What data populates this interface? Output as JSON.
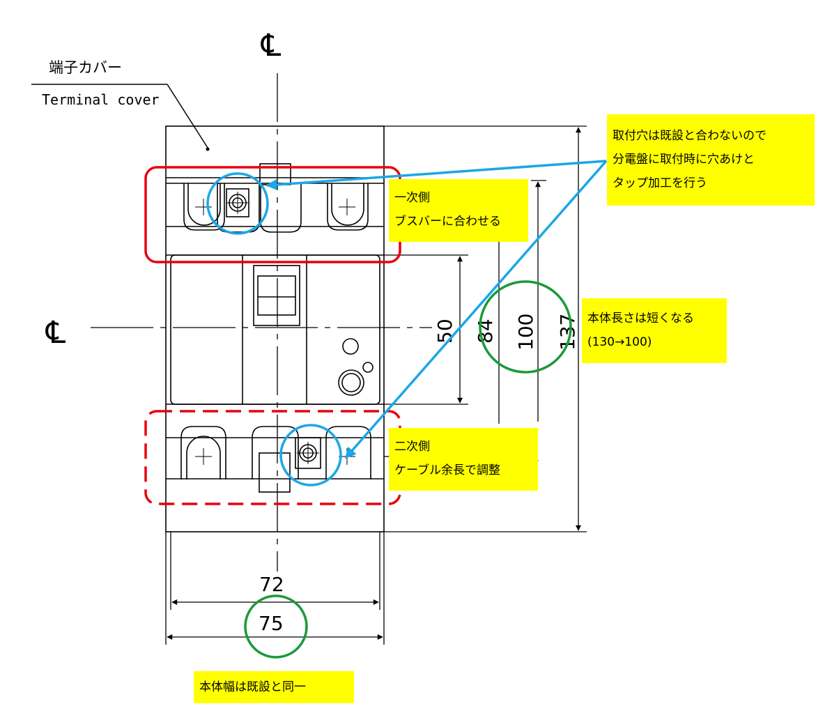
{
  "labels": {
    "terminal_cover_jp": "端子カバー",
    "terminal_cover_en": "Terminal cover",
    "centerline_symbol": "℄"
  },
  "dimensions": {
    "width_72": "72",
    "width_75": "75",
    "height_50": "50",
    "height_84": "84",
    "height_100": "100",
    "height_137": "137"
  },
  "notes": {
    "mounting_hole": [
      "取付穴は既設と合わないので",
      "分電盤に取付時に穴あけと",
      "タップ加工を行う"
    ],
    "primary_side": [
      "一次側",
      "ブスバーに合わせる"
    ],
    "secondary_side": [
      "二次側",
      "ケーブル余長で調整"
    ],
    "body_length": [
      "本体長さは短くなる",
      "(130→100)"
    ],
    "body_width": "本体幅は既設と同一"
  },
  "colors": {
    "primary_highlight": "#e8000e",
    "circle_blue": "#1aa7e6",
    "circle_green": "#1a9a3a",
    "note_background": "#ffff00"
  }
}
